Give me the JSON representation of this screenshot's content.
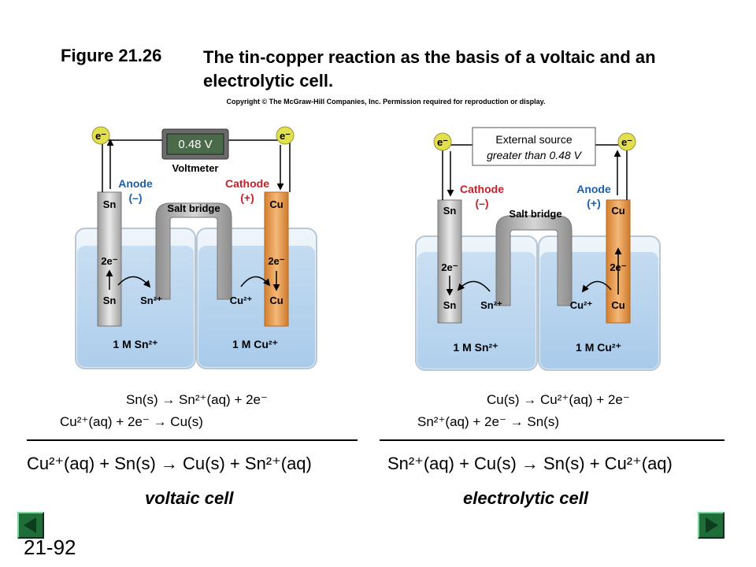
{
  "header": {
    "figure_number": "Figure 21.26",
    "title": "The tin-copper reaction as the basis of a voltaic and an electrolytic cell.",
    "copyright": "Copyright © The McGraw-Hill Companies, Inc. Permission required for reproduction or display."
  },
  "voltaic": {
    "electron_left": "e⁻",
    "electron_right": "e⁻",
    "voltmeter_reading": "0.48 V",
    "voltmeter_label": "Voltmeter",
    "anode_label": "Anode",
    "anode_sign": "(–)",
    "cathode_label": "Cathode",
    "cathode_sign": "(+)",
    "salt_bridge": "Salt bridge",
    "left_electrode": "Sn",
    "right_electrode": "Cu",
    "left_2e": "2e⁻",
    "left_atom": "Sn",
    "left_ion": "Sn²⁺",
    "right_ion": "Cu²⁺",
    "right_atom": "Cu",
    "left_solution": "1 M Sn²⁺",
    "right_solution": "1 M Cu²⁺",
    "right_2e": "2e⁻",
    "half_1": "Sn(s) → Sn²⁺(aq) + 2e⁻",
    "half_2": "Cu²⁺(aq) + 2e⁻ → Cu(s)",
    "overall": "Cu²⁺(aq) + Sn(s) → Cu(s) + Sn²⁺(aq)",
    "cell_type": "voltaic cell"
  },
  "electrolytic": {
    "electron_left": "e⁻",
    "electron_right": "e⁻",
    "source_line1": "External source",
    "source_line2": "greater than 0.48 V",
    "cathode_label": "Cathode",
    "cathode_sign": "(–)",
    "anode_label": "Anode",
    "anode_sign": "(+)",
    "salt_bridge": "Salt bridge",
    "left_electrode": "Sn",
    "right_electrode": "Cu",
    "left_2e": "2e⁻",
    "left_atom": "Sn",
    "left_ion": "Sn²⁺",
    "right_2e": "2e⁻",
    "right_ion": "Cu²⁺",
    "right_atom": "Cu",
    "left_solution": "1 M Sn²⁺",
    "right_solution": "1 M Cu²⁺",
    "half_1": "Cu(s) → Cu²⁺(aq) + 2e⁻",
    "half_2": "Sn²⁺(aq) + 2e⁻ → Sn(s)",
    "overall": "Sn²⁺(aq) + Cu(s) → Sn(s) + Cu²⁺(aq)",
    "cell_type": "electrolytic cell"
  },
  "footer": {
    "slide_number": "21-92",
    "prev_icon": "previous-slide-icon",
    "next_icon": "next-slide-icon",
    "nav_color": "#1f6e3a"
  },
  "colors": {
    "solution_blue": "#cfe3f5",
    "copper": "#e79a4a",
    "tin": "#c8c8c8",
    "cathode_red": "#c8202a",
    "anode_blue": "#1f5fa8"
  }
}
